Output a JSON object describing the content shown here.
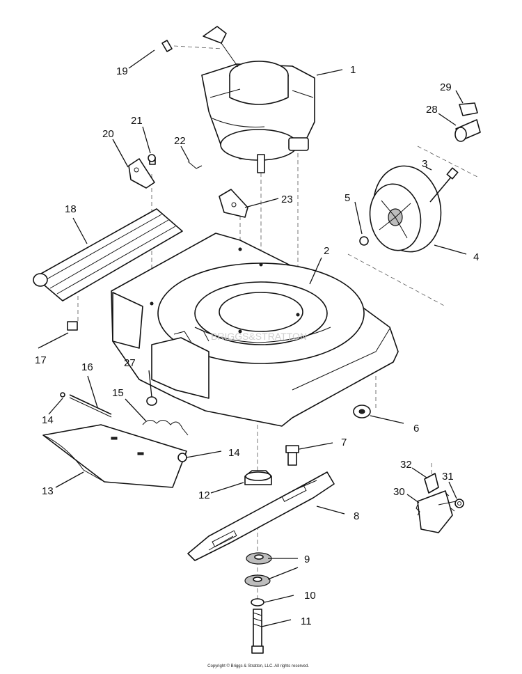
{
  "callouts": [
    "1",
    "2",
    "3",
    "4",
    "5",
    "6",
    "7",
    "8",
    "9",
    "10",
    "11",
    "12",
    "13",
    "14",
    "14",
    "15",
    "16",
    "17",
    "18",
    "19",
    "20",
    "21",
    "22",
    "23",
    "27",
    "28",
    "29",
    "30",
    "31",
    "32"
  ],
  "watermark": "BRIGGS&STRATTON",
  "copyright": "Copyright © Briggs & Stratton, LLC. All rights reserved."
}
